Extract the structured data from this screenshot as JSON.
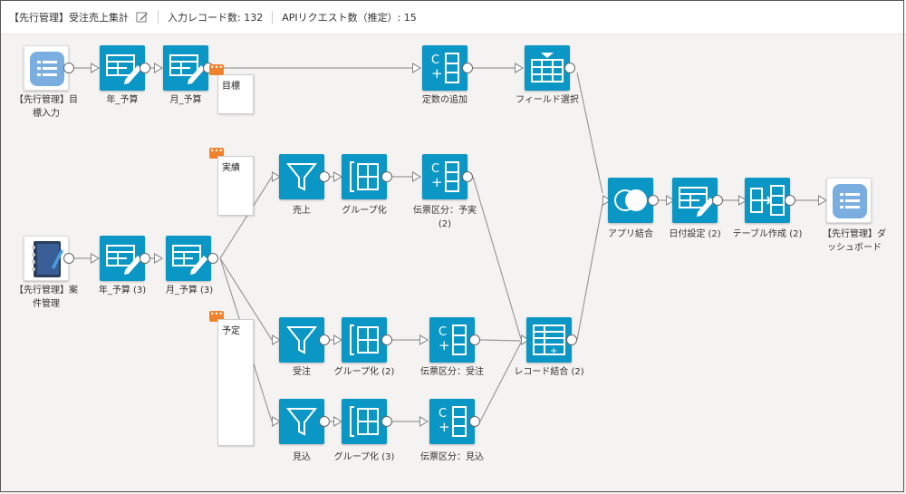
{
  "header": {
    "title": "【先行管理】受注売上集計",
    "input_records": "入力レコード数: 132",
    "api_requests": "APIリクエスト数（推定）: 15"
  },
  "nodes": {
    "src_target": "【先行管理】目\n標入力",
    "year_budget": "年_予算",
    "month_budget": "月_予算",
    "add_const": "定数の追加",
    "field_select": "フィールド選択",
    "sales": "売上",
    "group1": "グループ化",
    "type_actual": "伝票区分：予実\n(2)",
    "src_project": "【先行管理】案\n件管理",
    "year_budget3": "年_予算 (3)",
    "month_budget3": "月_予算 (3)",
    "order": "受注",
    "group2": "グループ化 (2)",
    "type_order": "伝票区分：受注",
    "record_join": "レコード結合 (2)",
    "forecast": "見込",
    "group3": "グループ化 (3)",
    "type_forecast": "伝票区分：見込",
    "app_join": "アプリ結合",
    "date_set": "日付設定 (2)",
    "table_create": "テーブル作成 (2)",
    "dashboard": "【先行管理】ダ\nッシュボード"
  },
  "notes": {
    "target": "目標",
    "actual": "実績",
    "plan": "予定",
    "badge": "•••"
  },
  "colors": {
    "node": "#0a97c5",
    "badge": "#f0822d",
    "line": "#9a9a9a"
  }
}
